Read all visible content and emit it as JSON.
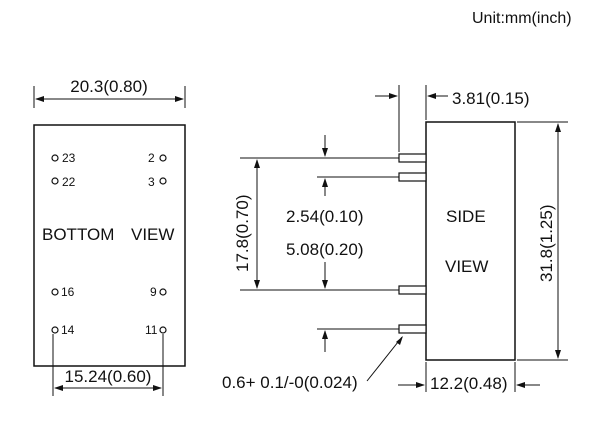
{
  "unit_label": "Unit:mm(inch)",
  "bottom_view": {
    "width_dim": "20.3(0.80)",
    "pin_span_dim": "15.24(0.60)",
    "label_left": "BOTTOM",
    "label_right": "VIEW",
    "pins": [
      "23",
      "22",
      "2",
      "3",
      "16",
      "9",
      "14",
      "11"
    ]
  },
  "side_view": {
    "label_top": "SIDE",
    "label_bottom": "VIEW",
    "pin_thickness_dim": "3.81(0.15)",
    "outer_pin_span_dim": "17.8(0.70)",
    "pitch_dim": "2.54(0.10)",
    "inner_span_dim": "5.08(0.20)",
    "height_dim": "31.8(1.25)",
    "depth_dim": "12.2(0.48)",
    "pin_size_dim": "0.6+ 0.1/-0(0.024)"
  }
}
